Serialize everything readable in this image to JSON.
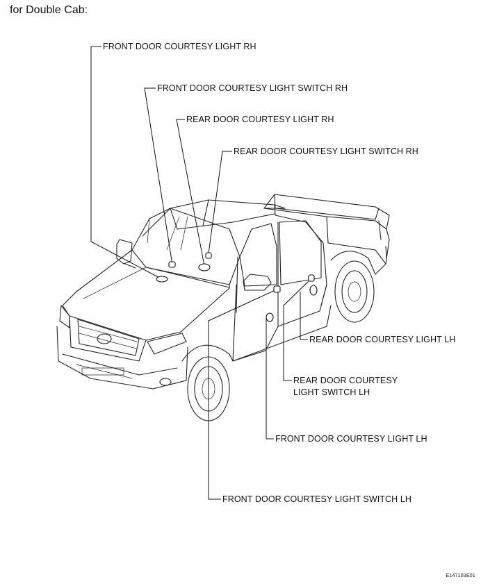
{
  "heading": "for Double Cab:",
  "labels": {
    "front_light_rh": "FRONT DOOR COURTESY LIGHT RH",
    "front_switch_rh": "FRONT DOOR COURTESY LIGHT SWITCH RH",
    "rear_light_rh": "REAR DOOR COURTESY LIGHT RH",
    "rear_switch_rh": "REAR DOOR COURTESY LIGHT SWITCH RH",
    "rear_light_lh": "REAR DOOR COURTESY LIGHT LH",
    "rear_switch_lh_line1": "REAR DOOR COURTESY",
    "rear_switch_lh_line2": "LIGHT SWITCH LH",
    "front_light_lh": "FRONT DOOR COURTESY LIGHT LH",
    "front_switch_lh": "FRONT DOOR COURTESY LIGHT SWITCH LH"
  },
  "figure_code": "E147103E01"
}
